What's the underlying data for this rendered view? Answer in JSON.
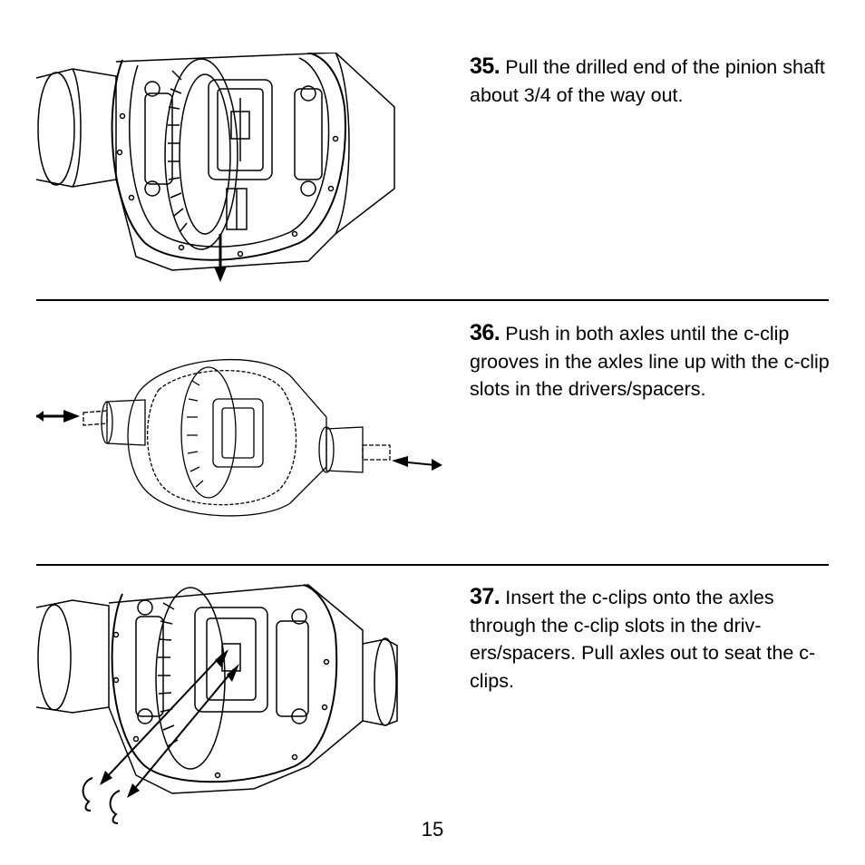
{
  "steps": [
    {
      "number": "35.",
      "text": "Pull the drilled end of the pinion shaft about 3/4 of the way out."
    },
    {
      "number": "36.",
      "text": "Push in both axles until the c-clip grooves in the axles line up with the c-clip slots in the drivers/spacers."
    },
    {
      "number": "37.",
      "text": "Insert the c-clips onto the axles through the c-clip slots in the driv- ers/spacers.  Pull axles out to seat the c-clips."
    }
  ],
  "page_number": "15"
}
